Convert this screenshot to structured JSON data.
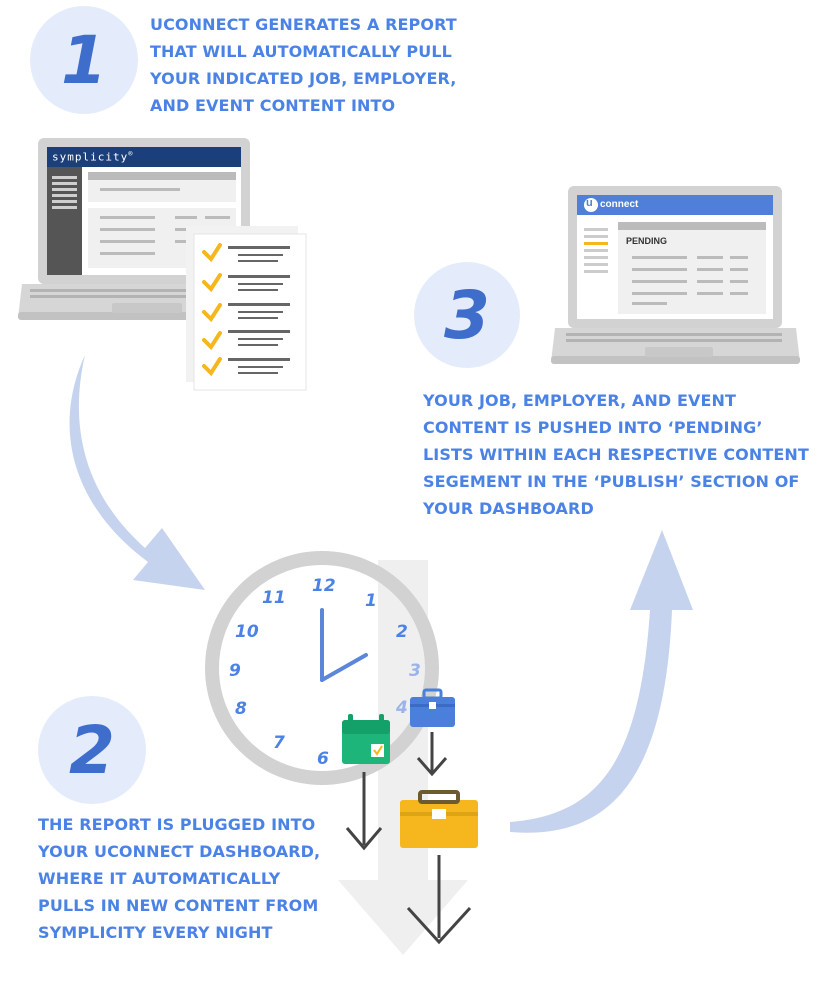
{
  "steps": [
    {
      "number": "1",
      "text": "UCONNECT GENERATES A REPORT\nTHAT WILL AUTOMATICALLY PULL\nYOUR INDICATED JOB, EMPLOYER,\nAND EVENT CONTENT INTO"
    },
    {
      "number": "2",
      "text": "THE REPORT IS PLUGGED INTO\nYOUR UCONNECT DASHBOARD,\nWHERE IT AUTOMATICALLY\nPULLS IN NEW CONTENT FROM\nSYMPLICITY EVERY NIGHT"
    },
    {
      "number": "3",
      "text": "YOUR JOB, EMPLOYER, AND EVENT\nCONTENT IS  PUSHED INTO ‘PENDING’\nLISTS WITHIN EACH RESPECTIVE CONTENT\nSEGEMENT IN THE ‘PUBLISH’ SECTION OF\nYOUR DASHBOARD"
    }
  ],
  "symplicity_laptop": {
    "brand": "symplicity",
    "trademark": "®"
  },
  "uconnect_laptop": {
    "logo_letter": "u",
    "brand": "connect",
    "list_label": "PENDING"
  },
  "clock": {
    "numbers": [
      "12",
      "1",
      "2",
      "3",
      "4",
      "6",
      "7",
      "8",
      "9",
      "10",
      "11"
    ]
  },
  "colors": {
    "step_text": "#4b82e6",
    "number_circle": "#e4ecfb",
    "number_text": "#3f6dcc",
    "flow_arrow": "#c5d3ee",
    "symplicity_header": "#1b3f7a",
    "uconnect_header": "#4f7fd8",
    "checkmark": "#f5b71d",
    "calendar": "#1db57a",
    "small_briefcase": "#4a7fdb",
    "large_briefcase": "#f5b71d"
  }
}
